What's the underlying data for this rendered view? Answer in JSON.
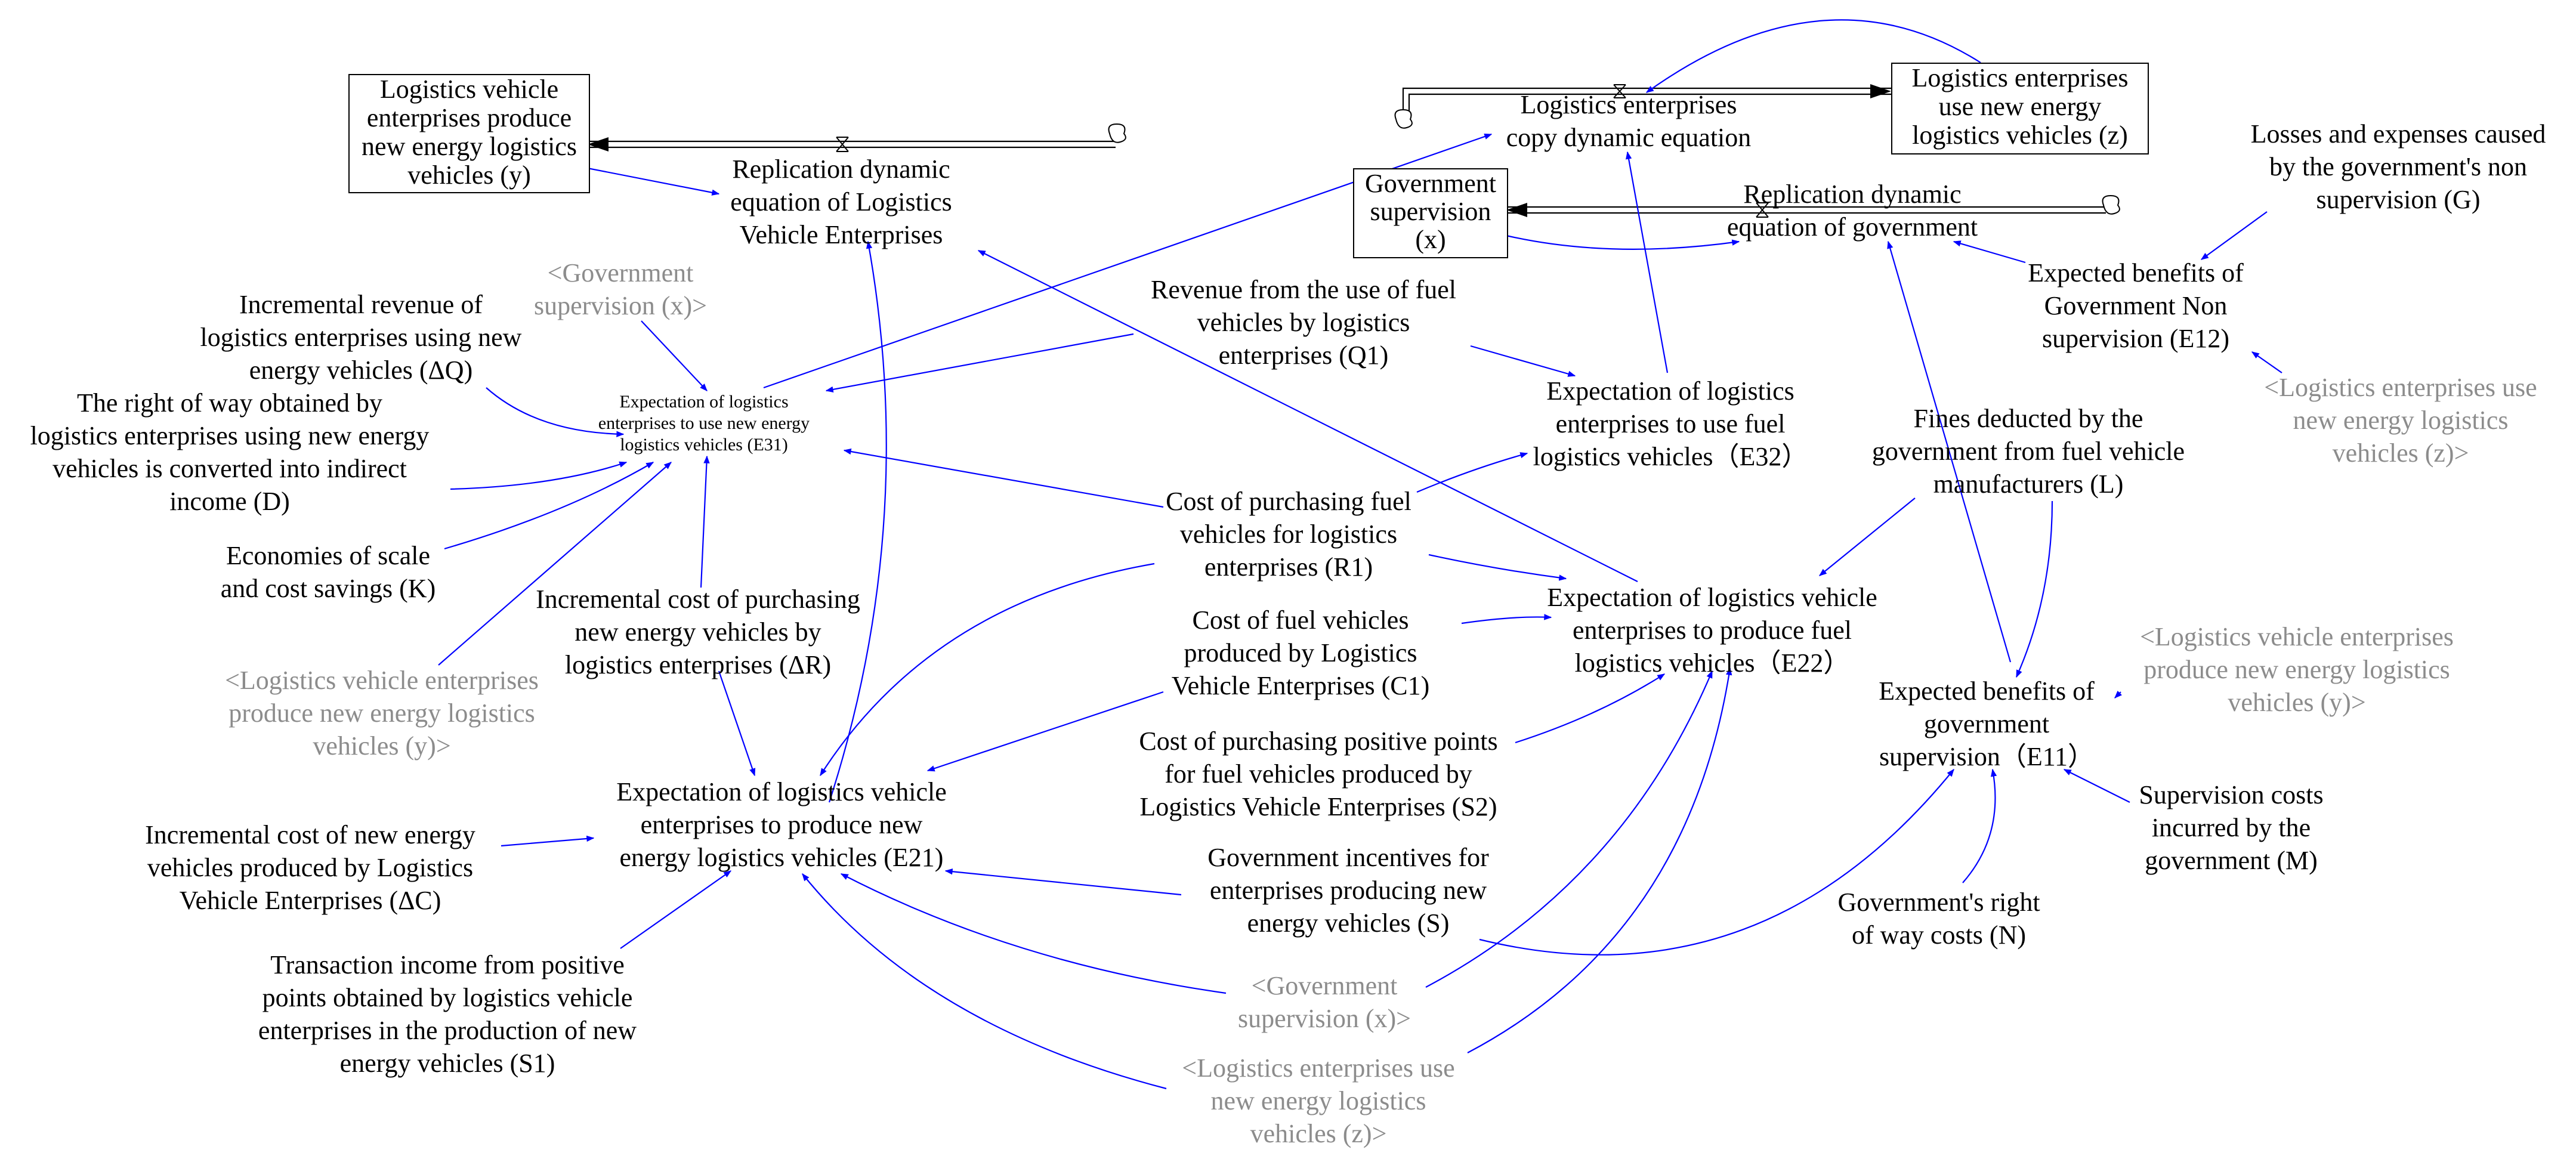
{
  "stocks": {
    "y": "Logistics vehicle\nenterprises produce\nnew energy logistics\nvehicles (y)",
    "z": "Logistics enterprises\nuse new energy\nlogistics vehicles (z)",
    "x": "Government\nsupervision\n(x)"
  },
  "flows": {
    "vehicle_enterprises": "Replication dynamic\nequation of Logistics\nVehicle Enterprises",
    "logistics_enterprises": "Logistics enterprises\ncopy dynamic equation",
    "government": "Replication dynamic\nequation of government"
  },
  "variables": {
    "G": "Losses and expenses caused\nby the government's non\nsupervision (G)",
    "E12": "Expected benefits of\nGovernment Non\nsupervision (E12)",
    "Q1": "Revenue from the use of fuel\nvehicles by logistics\nenterprises (Q1)",
    "E32": "Expectation of logistics\nenterprises to use fuel\nlogistics vehicles（E32）",
    "dQ": "Incremental revenue of\nlogistics enterprises using new\nenergy vehicles (ΔQ)",
    "D": "The right of way obtained by\nlogistics enterprises using new energy\nvehicles is converted into indirect\nincome (D)",
    "E31": "Expectation of logistics\nenterprises to use new energy\nlogistics vehicles (E31)",
    "K": "Economies of scale\nand cost savings (K)",
    "dR": "Incremental cost of purchasing\nnew energy vehicles by\nlogistics enterprises (ΔR)",
    "R1": "Cost of purchasing fuel\nvehicles for logistics\nenterprises (R1)",
    "C1": "Cost of fuel vehicles\nproduced by Logistics\nVehicle Enterprises (C1)",
    "L": "Fines deducted by the\ngovernment from fuel vehicle\nmanufacturers (L)",
    "E22": "Expectation of logistics vehicle\nenterprises to produce fuel\nlogistics vehicles（E22）",
    "E11": "Expected benefits of\ngovernment\nsupervision（E11）",
    "S2": "Cost of purchasing positive points\nfor fuel vehicles produced by\nLogistics Vehicle Enterprises (S2)",
    "E21": "Expectation of logistics vehicle\nenterprises to produce new\nenergy logistics vehicles (E21)",
    "dC": "Incremental cost of new energy\nvehicles produced by Logistics\nVehicle Enterprises (ΔC)",
    "S": "Government incentives for\nenterprises producing new\nenergy vehicles (S)",
    "S1": "Transaction income from positive\npoints obtained by logistics vehicle\nenterprises in the production of new\nenergy vehicles (S1)",
    "M": "Supervision costs\nincurred by the\ngovernment (M)",
    "N": "Government's right\nof way costs (N)"
  },
  "shadow_variables": {
    "x_top": "<Government\nsupervision (x)>",
    "z_right": "<Logistics enterprises use\nnew energy logistics\nvehicles (z)>",
    "y_left": "<Logistics vehicle enterprises\nproduce new energy logistics\nvehicles (y)>",
    "y_right": "<Logistics vehicle enterprises\nproduce new energy logistics\nvehicles (y)>",
    "x_bottom": "<Government\nsupervision (x)>",
    "z_bottom": "<Logistics enterprises use\nnew energy logistics\nvehicles (z)>"
  },
  "colors": {
    "link": "#0000ff",
    "shadow_text": "#8c8c8c",
    "pipe": "#000000"
  }
}
